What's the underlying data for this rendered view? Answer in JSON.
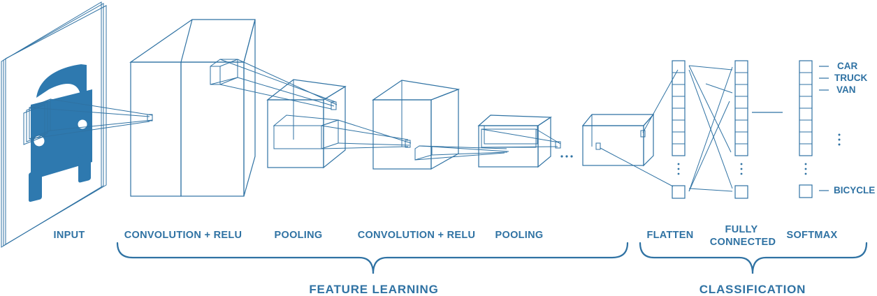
{
  "colors": {
    "primary": "#2f72a3",
    "background": "#ffffff"
  },
  "stages": {
    "input": "INPUT",
    "conv1": "CONVOLUTION + RELU",
    "pool1": "POOLING",
    "conv2": "CONVOLUTION + RELU",
    "pool2": "POOLING",
    "flatten": "FLATTEN",
    "fully_connected_line1": "FULLY",
    "fully_connected_line2": "CONNECTED",
    "softmax": "SOFTMAX"
  },
  "groups": {
    "feature_learning": "FEATURE LEARNING",
    "classification": "CLASSIFICATION"
  },
  "classes": [
    "CAR",
    "TRUCK",
    "VAN",
    "BICYCLE"
  ],
  "input_icon": "car-icon"
}
